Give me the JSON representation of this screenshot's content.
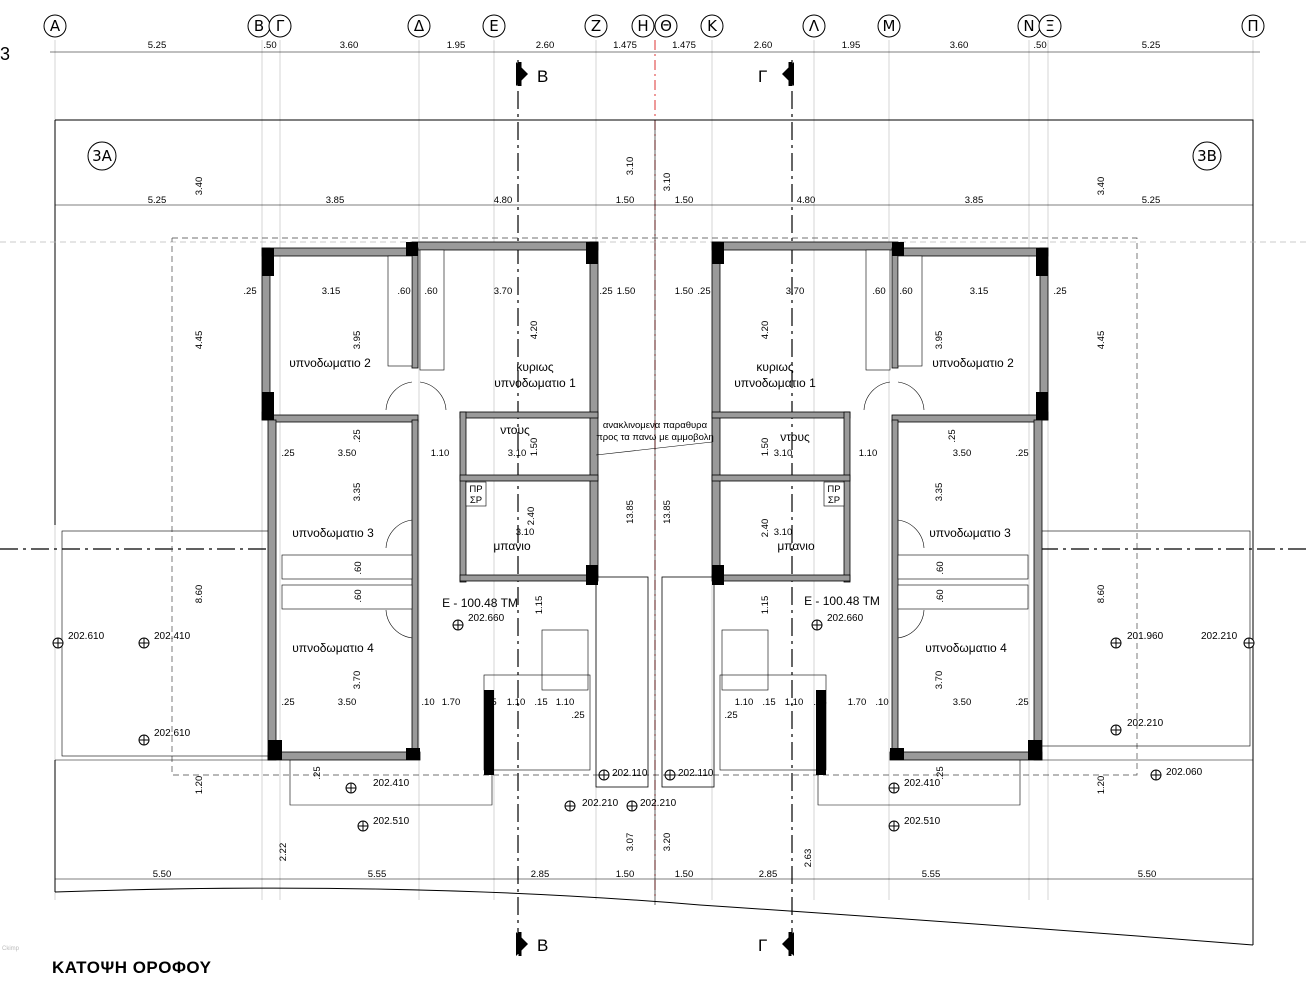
{
  "drawing_title": "ΚΑΤΟΨΗ ΟΡΟΦΟΥ",
  "left_edge_char": "3",
  "faint_stamp": "Ckimp",
  "axes": [
    "Α",
    "Β",
    "Γ",
    "Δ",
    "Ε",
    "Ζ",
    "Η",
    "Θ",
    "Κ",
    "Λ",
    "Μ",
    "Ν",
    "Ξ",
    "Π"
  ],
  "top_dims": [
    "5.25",
    ".50",
    "3.60",
    "1.95",
    "2.60",
    "1.475",
    "1.475",
    "2.60",
    "1.95",
    "3.60",
    ".50",
    "5.25"
  ],
  "row2_dims": [
    "5.25",
    "3.85",
    "4.80",
    "1.50",
    "1.50",
    "4.80",
    "3.85",
    "5.25"
  ],
  "bottom_dims": [
    "5.50",
    "5.55",
    "2.85",
    "1.50",
    "1.50",
    "2.85",
    "5.55",
    "5.50"
  ],
  "sections": {
    "b": "Β",
    "g": "Γ"
  },
  "unit_labels": {
    "left": "3A",
    "right": "3B"
  },
  "rooms": {
    "bed2": "υπνοδωματιο 2",
    "master_l1": "κυριως",
    "master_l2": "υπνοδωματιο 1",
    "bed3": "υπνοδωματιο 3",
    "bed4": "υπνοδωματιο 4",
    "shower": "ντους",
    "bath": "μπανιο",
    "area": "Ε - 100.48 ΤΜ",
    "pr1": "ΠΡ",
    "pr2": "ΣΡ"
  },
  "note": {
    "l1": "ανακλινομενα παραθυρα",
    "l2": "προς τα πανω με αμμοβολη"
  },
  "interior_dims": {
    "d315": "3.15",
    "d060": ".60",
    "d370": "3.70",
    "d025": ".25",
    "d150": "1.50",
    "d395": "3.95",
    "d420": "4.20",
    "d350": "3.50",
    "d110": "1.10",
    "d310": "3.10",
    "d150b": "1.50",
    "d335": "3.35",
    "d240": "2.40",
    "d170": "1.70",
    "d010": ".10",
    "d015": ".15",
    "d115": "1.15",
    "d1385": "13.85",
    "d445": "4.45",
    "d860": "8.60",
    "d340": "3.40",
    "d120": "1.20",
    "d222": "2.22",
    "d307": "3.07",
    "d320": "3.20",
    "d263": "2.63",
    "d310b": "3.10"
  },
  "levels": {
    "l202610": "202.610",
    "l202410": "202.410",
    "l202660": "202.660",
    "l202510": "202.510",
    "l202210": "202.210",
    "l202110": "202.110",
    "l201960": "201.960",
    "l202060": "202.060"
  }
}
